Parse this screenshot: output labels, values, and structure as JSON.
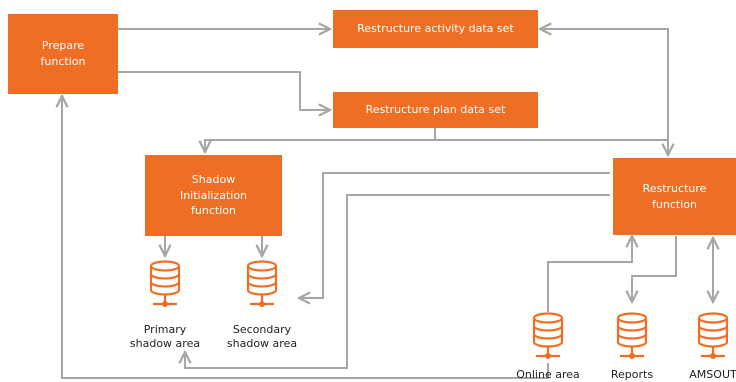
{
  "colors": {
    "accent": "#ee6f24",
    "line": "#a6a6a6",
    "text": "#222222"
  },
  "boxes": {
    "prepare": [
      "Prepare",
      "function"
    ],
    "restructure_activity": "Restructure activity data set",
    "restructure_plan": "Restructure plan data set",
    "shadow_init": [
      "Shadow",
      "Initialization",
      "function"
    ],
    "restructure_function": [
      "Restructure",
      "function"
    ]
  },
  "databases": {
    "primary": [
      "Primary",
      "shadow area"
    ],
    "secondary": [
      "Secondary",
      "shadow area"
    ],
    "online": "Online area",
    "reports": "Reports",
    "amsout": "AMSOUT"
  },
  "icons": {
    "database": "database-icon"
  }
}
